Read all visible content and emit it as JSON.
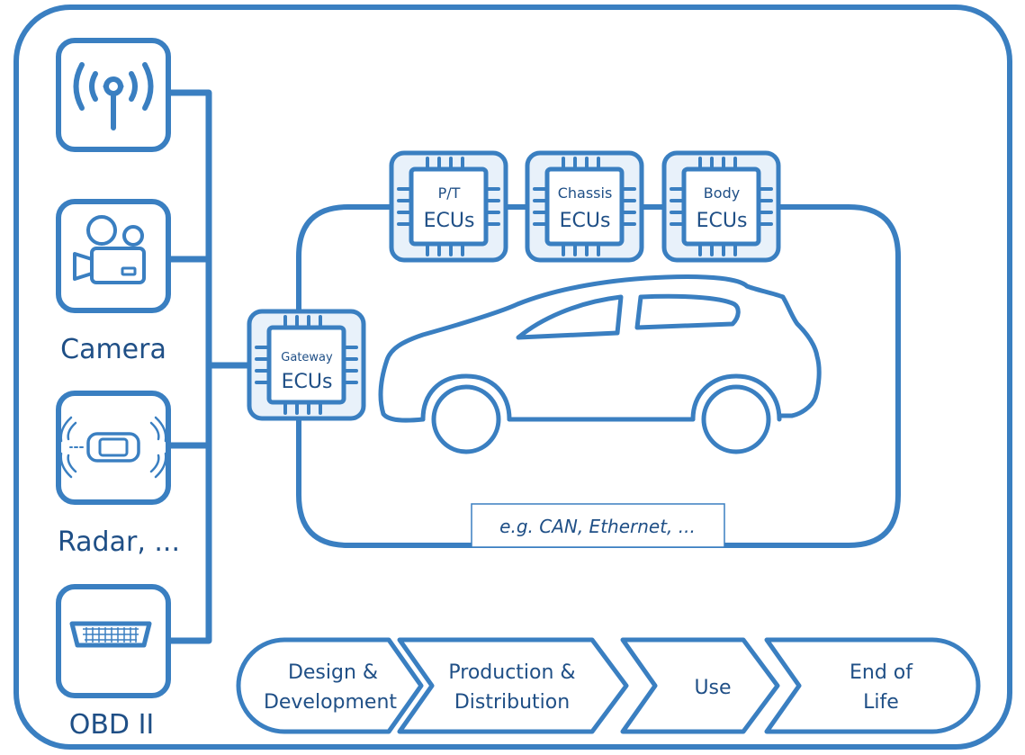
{
  "colors": {
    "stroke": "#3a7fc1",
    "chip_fill": "#e8f1fa",
    "text": "#1f4f86",
    "background": "#ffffff"
  },
  "sensors": {
    "antenna": {
      "icon": "antenna-icon",
      "label": ""
    },
    "camera": {
      "icon": "camera-icon",
      "label": "Camera"
    },
    "radar": {
      "icon": "radar-icon",
      "label": "Radar, ..."
    },
    "obd": {
      "icon": "obd-port-icon",
      "label": "OBD II"
    }
  },
  "ecus": {
    "gateway": {
      "top": "Gateway",
      "bottom": "ECUs"
    },
    "pt": {
      "top": "P/T",
      "bottom": "ECUs"
    },
    "chassis": {
      "top": "Chassis",
      "bottom": "ECUs"
    },
    "body": {
      "top": "Body",
      "bottom": "ECUs"
    }
  },
  "network_label": "e.g. CAN, Ethernet, ...",
  "lifecycle": {
    "stages": [
      {
        "line1": "Design &",
        "line2": "Development"
      },
      {
        "line1": "Production &",
        "line2": "Distribution"
      },
      {
        "line1": "Use",
        "line2": ""
      },
      {
        "line1": "End of",
        "line2": "Life"
      }
    ]
  }
}
